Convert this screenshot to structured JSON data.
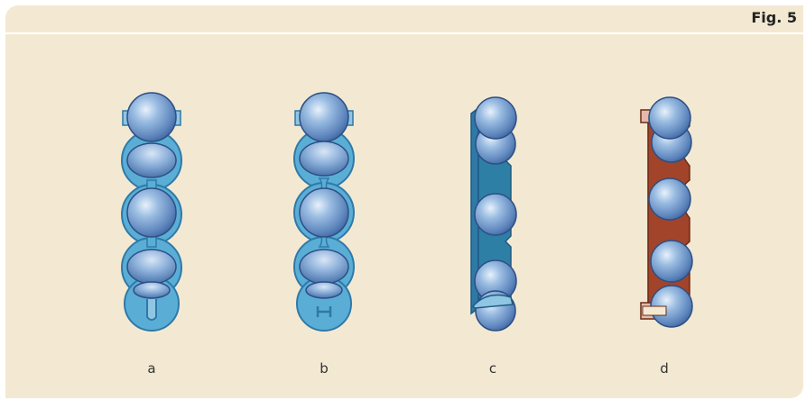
{
  "figure": {
    "label": "Fig. 5"
  },
  "panels": [
    {
      "id": "a",
      "label": "a"
    },
    {
      "id": "b",
      "label": "b"
    },
    {
      "id": "c",
      "label": "c"
    },
    {
      "id": "d",
      "label": "d"
    }
  ],
  "colors": {
    "background": "#f3e9d2",
    "blue_fill": "#5aaed6",
    "blue_dark": "#2f79a8",
    "red_fill": "#a2442a",
    "sphere": "#7ea9d6"
  }
}
